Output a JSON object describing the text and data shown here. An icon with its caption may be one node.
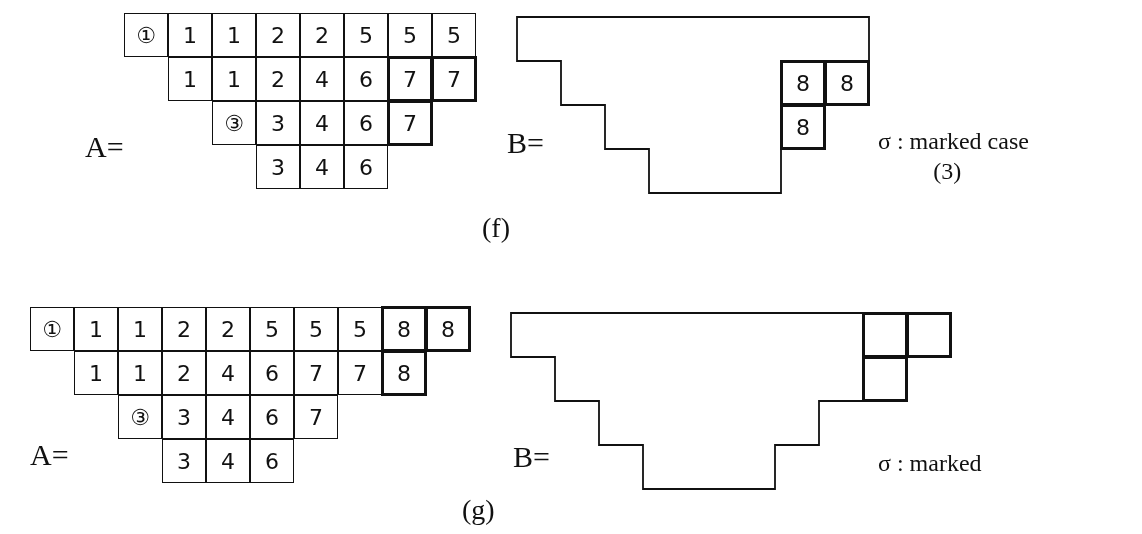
{
  "diagram": {
    "labels": [
      "①",
      "1",
      "1",
      "2",
      "2",
      "5",
      "5",
      "5",
      "1",
      "1",
      "2",
      "4",
      "6",
      "7",
      "7",
      "③",
      "3",
      "4",
      "6",
      "7",
      "3",
      "4",
      "6",
      "A=",
      "8",
      "8",
      "8",
      "B=",
      "σ : marked case (3)",
      "(f)",
      "①",
      "1",
      "1",
      "2",
      "2",
      "5",
      "5",
      "5",
      "8",
      "8",
      "1",
      "1",
      "2",
      "4",
      "6",
      "7",
      "7",
      "8",
      "③",
      "3",
      "4",
      "6",
      "7",
      "A=",
      "3",
      "4",
      "6",
      "B=",
      "σ : marked",
      "(g)"
    ]
  }
}
